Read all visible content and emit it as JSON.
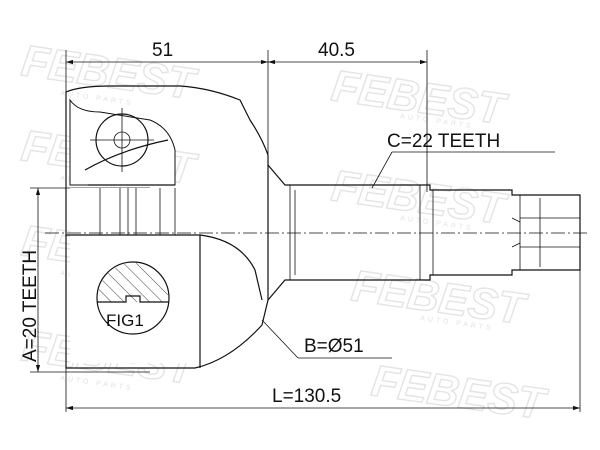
{
  "watermark": {
    "brand": "FEBEST",
    "tagline": "AUTO PARTS"
  },
  "dimensions": {
    "housing_length": "51",
    "shaft_length": "40.5",
    "outer_spline": "C=22 TEETH",
    "inner_spline": "A=20 TEETH",
    "abs_diameter": "B=Ø51",
    "total_length": "L=130.5"
  },
  "detail_label": "FIG1"
}
